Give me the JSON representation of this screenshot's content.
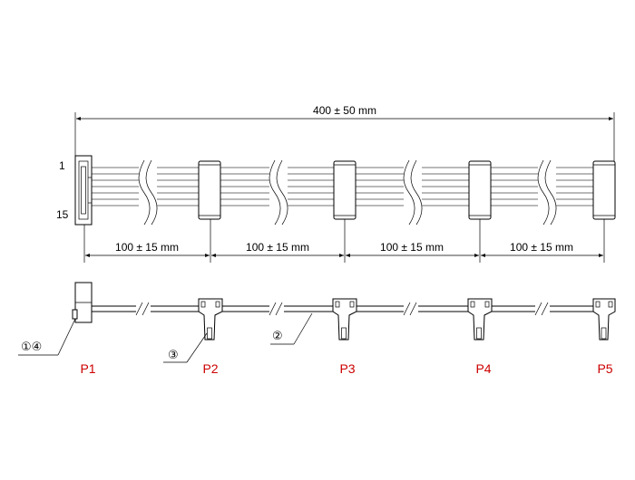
{
  "dimensions": {
    "overall": "400 ± 50 mm",
    "segments": [
      "100 ± 15 mm",
      "100 ± 15 mm",
      "100 ± 15 mm",
      "100 ± 15 mm"
    ]
  },
  "pin_labels": {
    "first": "1",
    "last": "15"
  },
  "connectors": [
    {
      "label": "P1"
    },
    {
      "label": "P2"
    },
    {
      "label": "P3"
    },
    {
      "label": "P4"
    },
    {
      "label": "P5"
    }
  ],
  "callouts": {
    "housing": "①④",
    "cable": "②",
    "connector": "③"
  },
  "colors": {
    "connector_label": "#cc0000"
  }
}
